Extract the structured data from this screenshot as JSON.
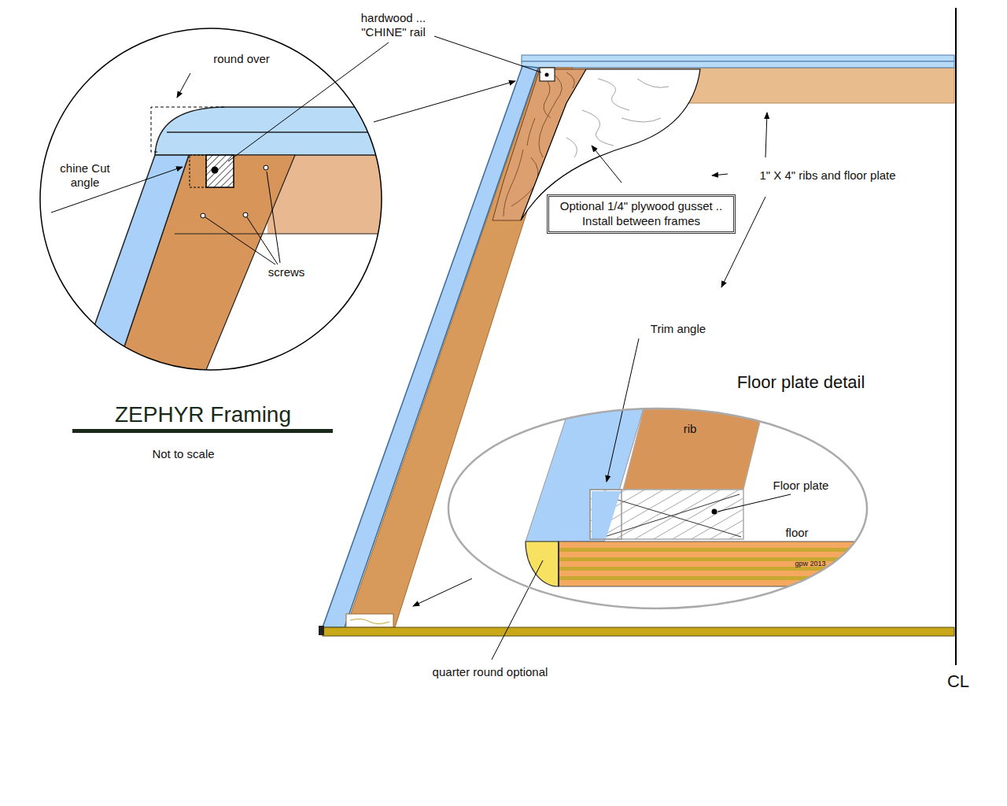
{
  "diagram": {
    "title": "ZEPHYR Framing",
    "nodes": [
      {
        "text": [
          "Optional 1/4\" plywood gusset .. Install between frames"
        ]
      },
      {
        "text": [
          "Floor plate detail"
        ]
      }
    ],
    "labels": [
      "hardwood ... \"CHINE\" rail",
      "round over",
      "chine Cut angle",
      "screws",
      "1\" X 4\" ribs and floor plate",
      "Not to scale",
      "Trim angle",
      "rib",
      "Floor plate",
      "floor",
      "gpw 2013",
      "quarter round optional",
      "CL"
    ]
  }
}
